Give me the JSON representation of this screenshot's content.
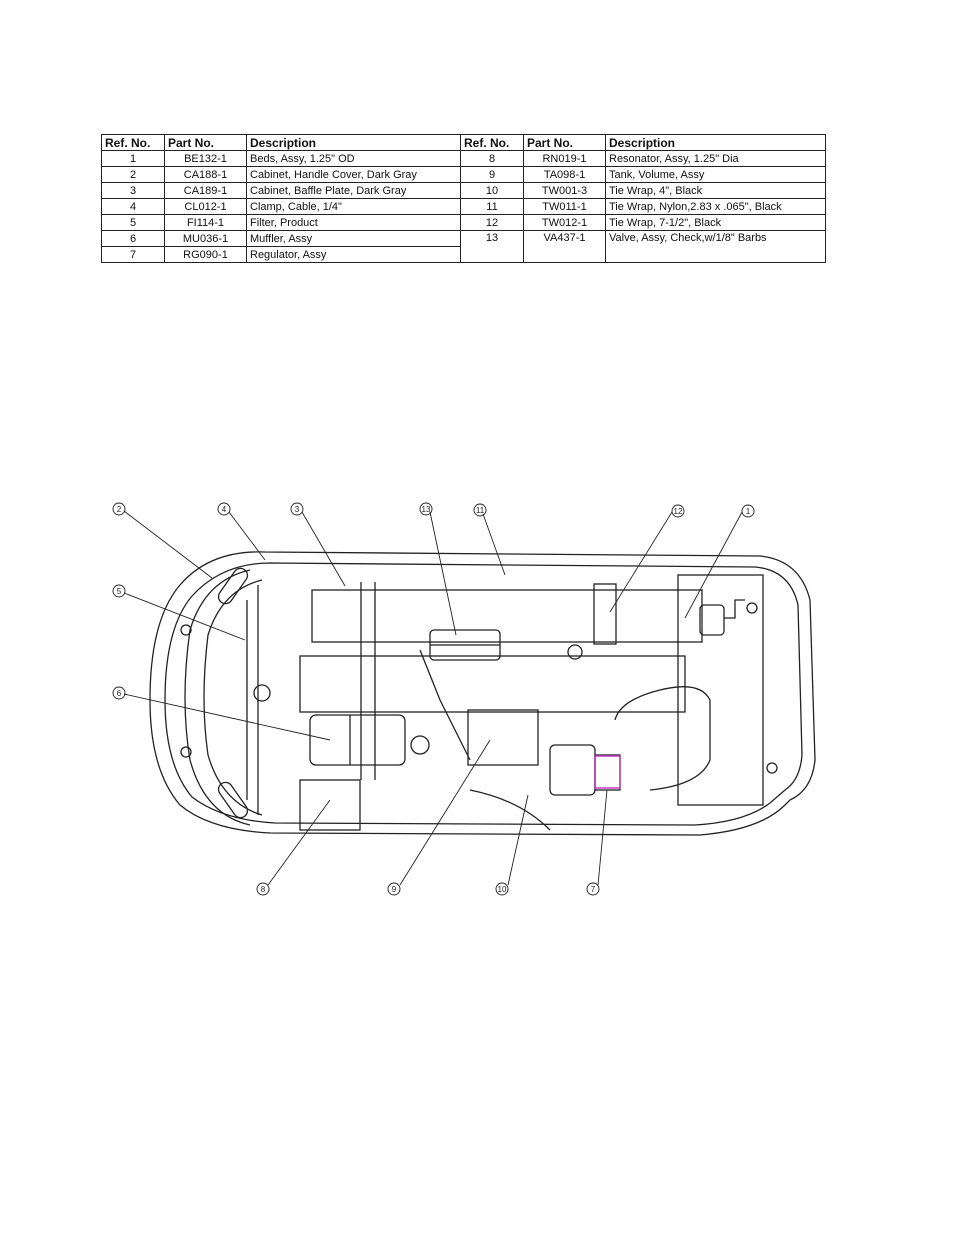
{
  "table": {
    "headers": [
      "Ref. No.",
      "Part No.",
      "Description",
      "Ref. No.",
      "Part No.",
      "Description"
    ],
    "left": [
      {
        "ref": "1",
        "part": "BE132-1",
        "desc": "Beds, Assy, 1.25\" OD"
      },
      {
        "ref": "2",
        "part": "CA188-1",
        "desc": "Cabinet, Handle Cover, Dark Gray"
      },
      {
        "ref": "3",
        "part": "CA189-1",
        "desc": "Cabinet, Baffle Plate, Dark Gray"
      },
      {
        "ref": "4",
        "part": "CL012-1",
        "desc": "Clamp, Cable, 1/4\""
      },
      {
        "ref": "5",
        "part": "FI114-1",
        "desc": "Filter, Product"
      },
      {
        "ref": "6",
        "part": "MU036-1",
        "desc": "Muffler, Assy"
      },
      {
        "ref": "7",
        "part": "RG090-1",
        "desc": "Regulator, Assy"
      }
    ],
    "right": [
      {
        "ref": "8",
        "part": "RN019-1",
        "desc": "Resonator, Assy, 1.25\" Dia"
      },
      {
        "ref": "9",
        "part": "TA098-1",
        "desc": "Tank, Volume, Assy"
      },
      {
        "ref": "10",
        "part": "TW001-3",
        "desc": "Tie Wrap, 4\", Black"
      },
      {
        "ref": "11",
        "part": "TW011-1",
        "desc": "Tie Wrap, Nylon,2.83 x .065\", Black"
      },
      {
        "ref": "12",
        "part": "TW012-1",
        "desc": "Tie Wrap, 7-1/2\", Black"
      },
      {
        "ref": "13",
        "part": "VA437-1",
        "desc": "Valve, Assy, Check,w/1/8\" Barbs"
      }
    ]
  },
  "callouts": [
    "1",
    "2",
    "3",
    "4",
    "5",
    "6",
    "7",
    "8",
    "9",
    "10",
    "11",
    "12",
    "13"
  ]
}
